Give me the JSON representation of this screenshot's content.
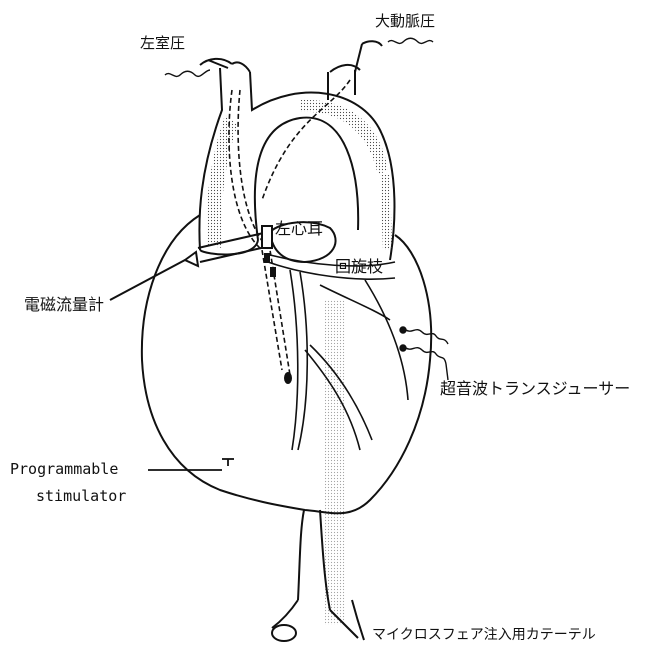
{
  "labels": {
    "left_ventricular_pressure": "左室圧",
    "aortic_pressure": "大動脈圧",
    "left_atrial_appendage": "左心耳",
    "circumflex_branch": "回旋枝",
    "em_flowmeter": "電磁流量計",
    "ultrasonic_transducer": "超音波トランスジューサー",
    "stimulator_line1": "Programmable",
    "stimulator_line2": "stimulator",
    "microsphere_catheter": "マイクロスフェア注入用カテーテル"
  }
}
